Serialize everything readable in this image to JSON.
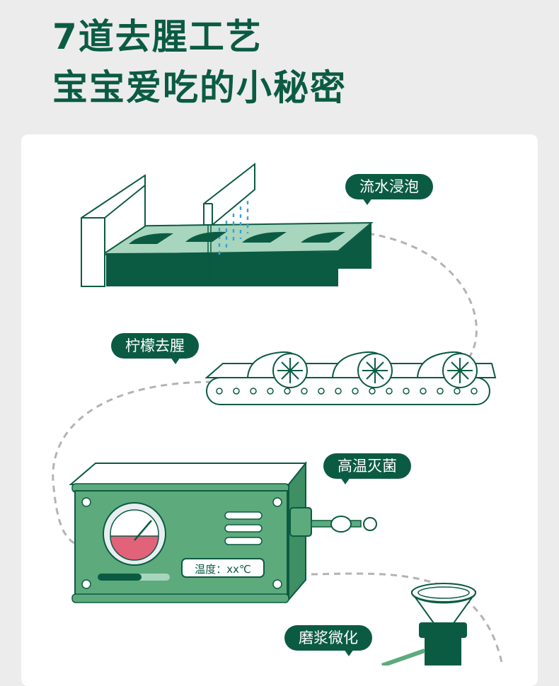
{
  "header": {
    "line1": "7道去腥工艺",
    "line2": "宝宝爱吃的小秘密"
  },
  "steps": [
    {
      "label": "流水浸泡"
    },
    {
      "label": "柠檬去腥"
    },
    {
      "label": "高温灭菌"
    },
    {
      "label": "磨浆微化"
    }
  ],
  "sterilizer": {
    "temperature_label": "温度：xx℃"
  },
  "colors": {
    "brand_green": "#0b5b43",
    "light_green": "#5daa7c",
    "background": "#ececec",
    "gauge_red": "#e2627a"
  }
}
